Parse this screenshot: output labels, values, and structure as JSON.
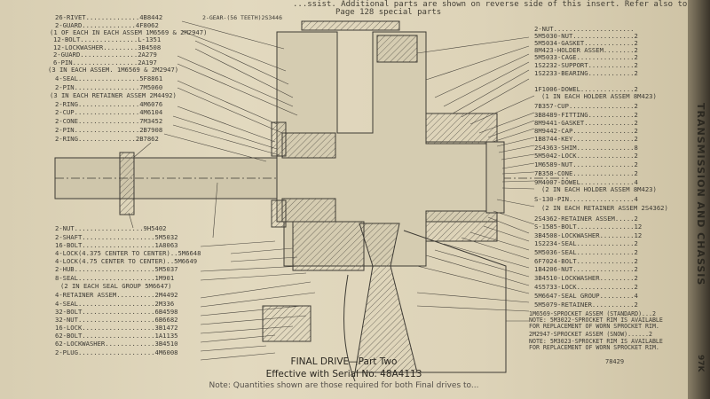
{
  "header": {
    "line1": "...ssist. Additional parts are shown on reverse side of this insert. Refer also to",
    "line2": "Page 128 special parts"
  },
  "side_title": "TRANSMISSION AND CHASSIS",
  "page_number": "97K",
  "figure_number": "78429",
  "footer": {
    "title": "FINAL DRIVE—Part Two",
    "subtitle": "Effective with Serial No. 48A4113",
    "note": "Note: Quantities shown are those required for both Final drives to..."
  },
  "drawing_label_top": "2-GEAR-(56 TEETH)2S3446",
  "labels_left": [
    "26-RIVET..............4B8442",
    "2-GUARD..............4F8062",
    "(1 OF EACH IN EACH ASSEM 1M6569 & 2M2947)",
    "12-BOLT...............L-1351",
    "12-LOCKWASHER.........3B4508",
    "2-GUARD...............2A279",
    "6-PIN.................2A197",
    "(3 IN EACH ASSEM. 1M6569 & 2M2947)",
    "4-SEAL................5F8861",
    "2-PIN.................7M5060",
    "(3 IN EACH RETAINER ASSEM 2M4492)",
    "2-RING................4M6076",
    "2-CUP.................4M6104",
    "2-CONE................7M3452",
    "2-PIN.................2B7908",
    "2-RING...............2B7862",
    "2-NUT..................9H5402",
    "2-SHAFT...................5M5032",
    "16-BOLT...................1A8063",
    "4-LOCK(4.375 CENTER TO CENTER)..5M6648",
    "4-LOCK(4.75 CENTER TO CENTER)..5M6649",
    "2-HUB.....................5M5037",
    "8-SEAL....................1M901",
    "(2 IN EACH SEAL GROUP 5M6647)",
    "4-RETAINER ASSEM..........2M4492",
    "4-SEAL....................2M336",
    "32-BOLT...................6B4598",
    "32-NUT....................6B6682",
    "16-LOCK...................3B1472",
    "62-BOLT...................1A1135",
    "62-LOCKWASHER.............3B4510",
    "2-PLUG....................4M6008"
  ],
  "labels_right": [
    "2-NUT.....................",
    "5M5030-NUT................2",
    "5M5034-GASKET.............2",
    "8M423-HOLDER ASSEM........2",
    "5M5033-CAGE...............2",
    "1S2232-SUPPORT............2",
    "1S2233-BEARING............2",
    "1F1006-DOWEL..............2",
    "(1 IN EACH HOLDER ASSEM 8M423)",
    "7B357-CUP.................2",
    "3B8489-FITTING............2",
    "8M9441-GASKET.............2",
    "8M9442-CAP................2",
    "1B8744-KEY................2",
    "2S4363-SHIM...............8",
    "5M5042-LOCK...............2",
    "1M6589-NUT................2",
    "7B358-CONE................2",
    "9M4007-DOWEL..............4",
    "(2 IN EACH HOLDER ASSEM 8M423)",
    "S-130-PIN.................4",
    "(2 IN EACH RETAINER ASSEM 2S4362)",
    "2S4362-RETAINER ASSEM.....2",
    "S-1585-BOLT...............12",
    "3B4508-LOCKWASHER.........12",
    "1S2234-SEAL...............2",
    "5M5036-SEAL...............2",
    "6F7024-BOLT...............2",
    "1B4206-NUT................2",
    "3B4510-LOCKWASHER.........2",
    "4S5733-LOCK...............2",
    "5M6647-SEAL GROUP.........4",
    "5M5079-RETAINER...........2",
    "1M6569-SPROCKET ASSEM (STANDARD)...2",
    "NOTE: 5M3022-SPROCKET RIM IS AVAILABLE",
    "FOR REPLACEMENT OF WORN SPROCKET RIM.",
    "2M2947-SPROCKET ASSEM (SNOW)......2",
    "NOTE: 5M3023-SPROCKET RIM IS AVAILABLE",
    "FOR REPLACEMENT OF WORN SPROCKET RIM."
  ]
}
